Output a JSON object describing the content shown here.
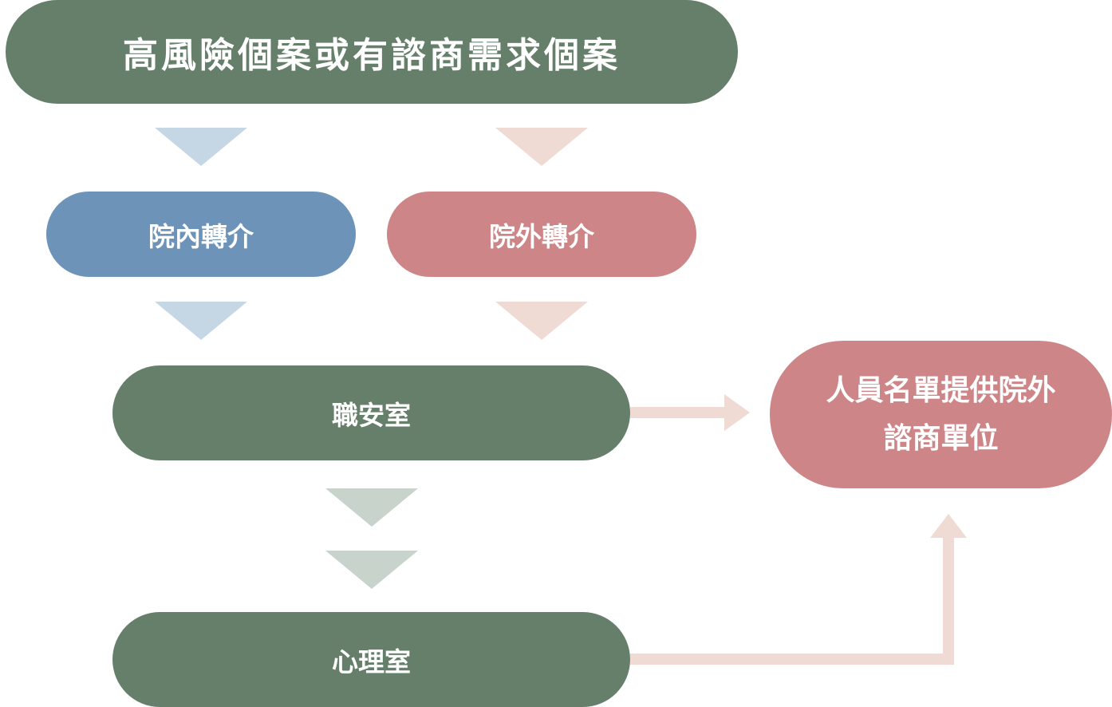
{
  "nodes": {
    "top": "高風險個案或有諮商需求個案",
    "internal": "院內轉介",
    "external": "院外轉介",
    "safety": "職安室",
    "psych": "心理室",
    "provide_line1": "人員名單提供院外",
    "provide_line2": "諮商單位"
  },
  "colors": {
    "green": "#657f6a",
    "blue": "#6d93b9",
    "pink": "#ce8587",
    "light_blue": "#c5d6e4",
    "light_pink": "#efdbd3",
    "light_green": "#c8d4cb"
  }
}
